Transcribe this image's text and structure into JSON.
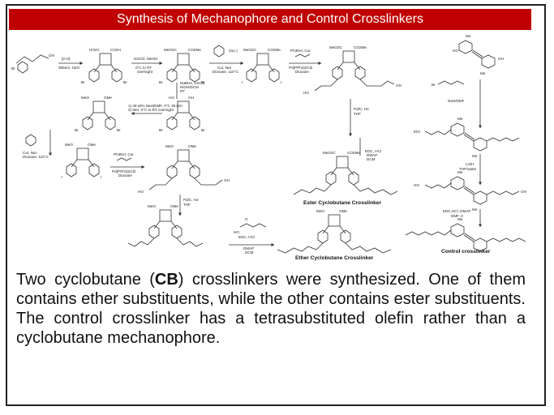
{
  "title": "Synthesis of Mechanophore and Control Crosslinkers",
  "caption": {
    "p1": "Two cyclobutane (",
    "bold": "CB",
    "p2": ") crosslinkers were synthesized. One of them contains ether substituents, while the other contains ester substituents. The control crosslinker has a tetrasubstituted olefin rather than a cyclobutane mechanophore."
  },
  "scheme": {
    "compound_labels": {
      "ester": "Ester Cyclobutane Crosslinker",
      "ether": "Ether Cyclobutane Crosslinker",
      "control": "Control crosslinker"
    },
    "conditions": {
      "c1": "[2+2]",
      "c1b": "365nm, H2O",
      "c2": "SOCl2, MeOH",
      "c2b": "0°C to RT",
      "c2c": "overnight",
      "c3": "(rac.)",
      "c3b": "CuI, NaI",
      "c3c": "Dioxane, 110°C",
      "c4": "Ph3NH, CuI",
      "c4b": "Pd(PPh3)2Cl2",
      "c4c": "Dioxane",
      "c5": "NaBH4, CeCl3",
      "c5b": "EtOH/DCM",
      "c5c": "RT",
      "c6": "1) 40 wt% NaH/DMF, 0°C 30 min",
      "c6b": "2) MeI, 0°C to RT overnight",
      "c7": "CuI, NaI",
      "c7b": "Dioxane, 110°C",
      "c8": "Ph3NH, CuI",
      "c8b": "Pd(PPh3)2Cl2",
      "c8c": "Dioxane",
      "c9": "Pd/C, H2",
      "c9b": "THF",
      "c10": "Pd/C, H2",
      "c10b": "THF",
      "c11": "EDC, HCl",
      "c11b": "DMAP",
      "c11c": "DCM",
      "c12": "EDC, HCl",
      "c12b": "DMAP",
      "c12c": "DCM",
      "c13": "NaH/DMF",
      "c14": "LiOH",
      "c14b": "THF/water",
      "c15": "EDC.HCl, DMAP",
      "c15b": "DMF, rt"
    },
    "atoms": {
      "co2h": "CO2H",
      "ho2c": "HO2C",
      "meo2c": "MeO2C",
      "co2me": "CO2Me",
      "meo": "MeO",
      "ome": "OMe",
      "ho": "HO",
      "oh": "OH",
      "br": "Br",
      "i": "I",
      "me": "Me",
      "eto": "EtO",
      "o": "O"
    }
  }
}
